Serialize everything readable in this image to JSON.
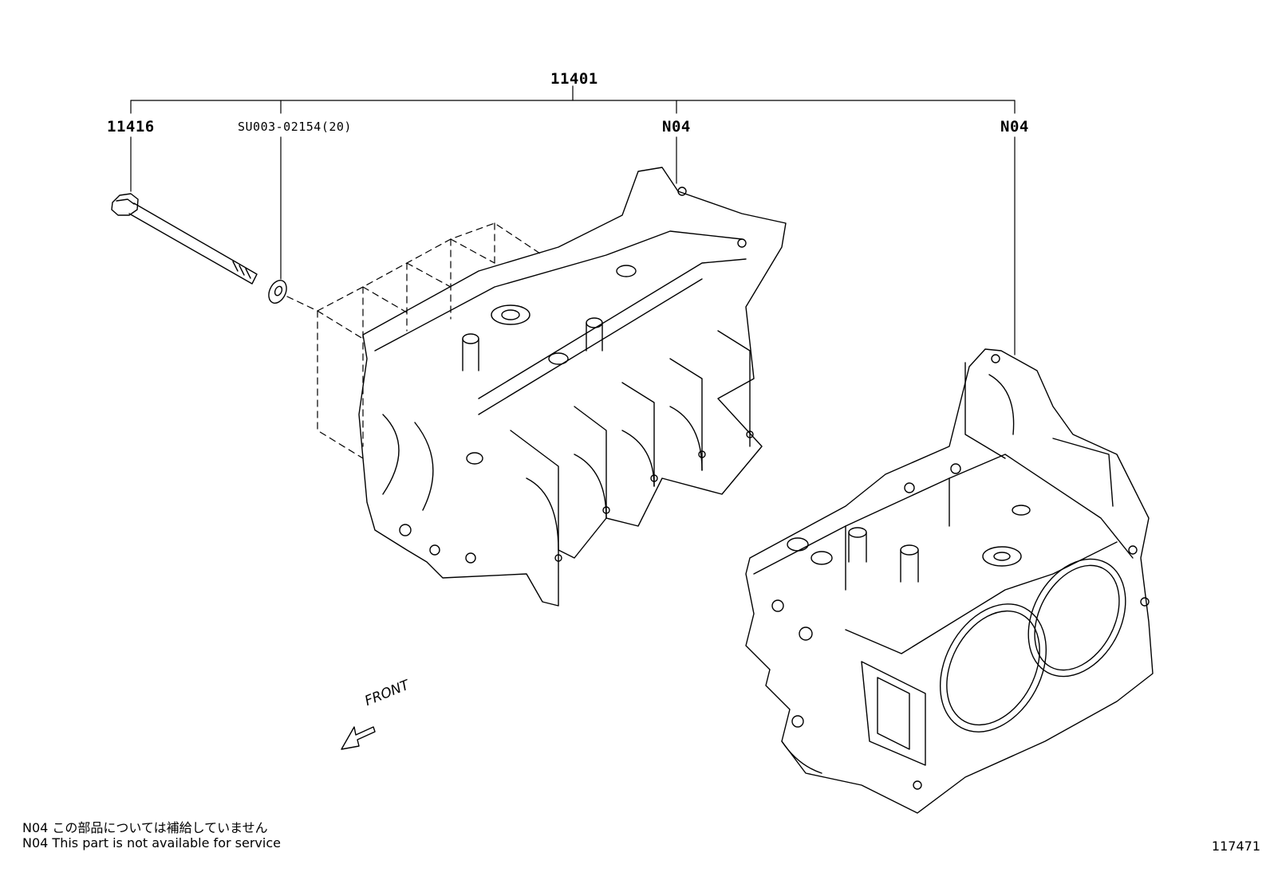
{
  "callouts": {
    "assembly": "11401",
    "bolt": "11416",
    "washer": "SU003-02154(20)",
    "upper_half": "N04",
    "lower_half": "N04"
  },
  "direction_label": "FRONT",
  "notes": {
    "jp": "N04  この部品については補給していません",
    "en": "N04  This part is not available for service"
  },
  "illustration_code": "117471"
}
